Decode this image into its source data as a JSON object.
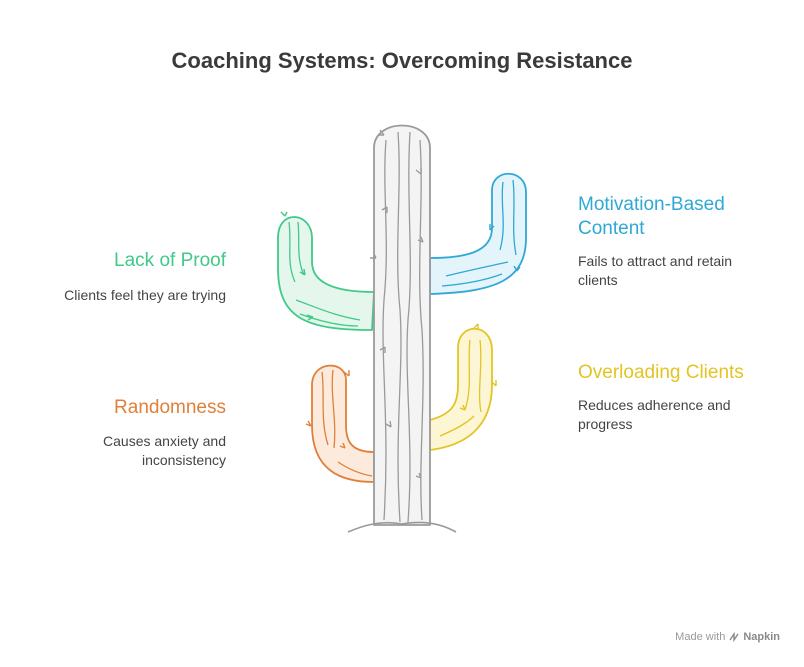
{
  "title": "Coaching Systems: Overcoming Resistance",
  "colors": {
    "green": "#40c987",
    "blue": "#2fa8d6",
    "orange": "#e0803a",
    "yellow": "#e3c425",
    "cactus": "#9a9a9a"
  },
  "items": [
    {
      "label": "Lack of Proof",
      "desc": "Clients feel they are trying"
    },
    {
      "label": "Motivation-Based Content",
      "desc": "Fails to attract and retain clients"
    },
    {
      "label": "Randomness",
      "desc": "Causes anxiety and inconsistency"
    },
    {
      "label": "Overloading Clients",
      "desc": "Reduces adherence and progress"
    }
  ],
  "footer": {
    "made_with": "Made with",
    "brand": "Napkin"
  }
}
